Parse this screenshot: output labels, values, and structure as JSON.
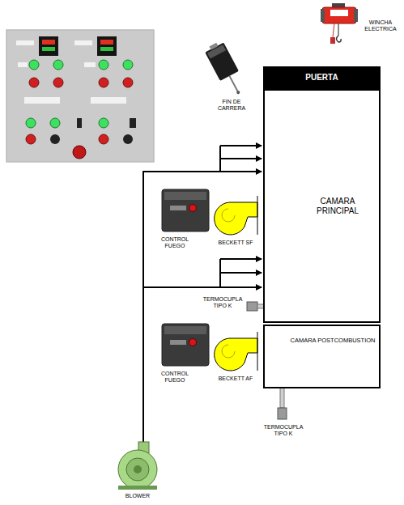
{
  "diagram": {
    "nodes": [
      {
        "text": [
          "PUERTA"
        ]
      },
      {
        "text": [
          "CAMARA PRINCIPAL"
        ]
      },
      {
        "text": [
          "CAMARA POSTCOMBUSTION"
        ]
      }
    ],
    "labels": [
      "WINCHA ELECTRICA",
      "FIN DE CARRERA",
      "CONTROL FUEGO",
      "BECKETT SF",
      "TERMOCUPLA TIPO K",
      "CONTROL FUEGO",
      "BECKETT AF",
      "TERMOCUPLA TIPO K",
      "BLOWER"
    ]
  }
}
